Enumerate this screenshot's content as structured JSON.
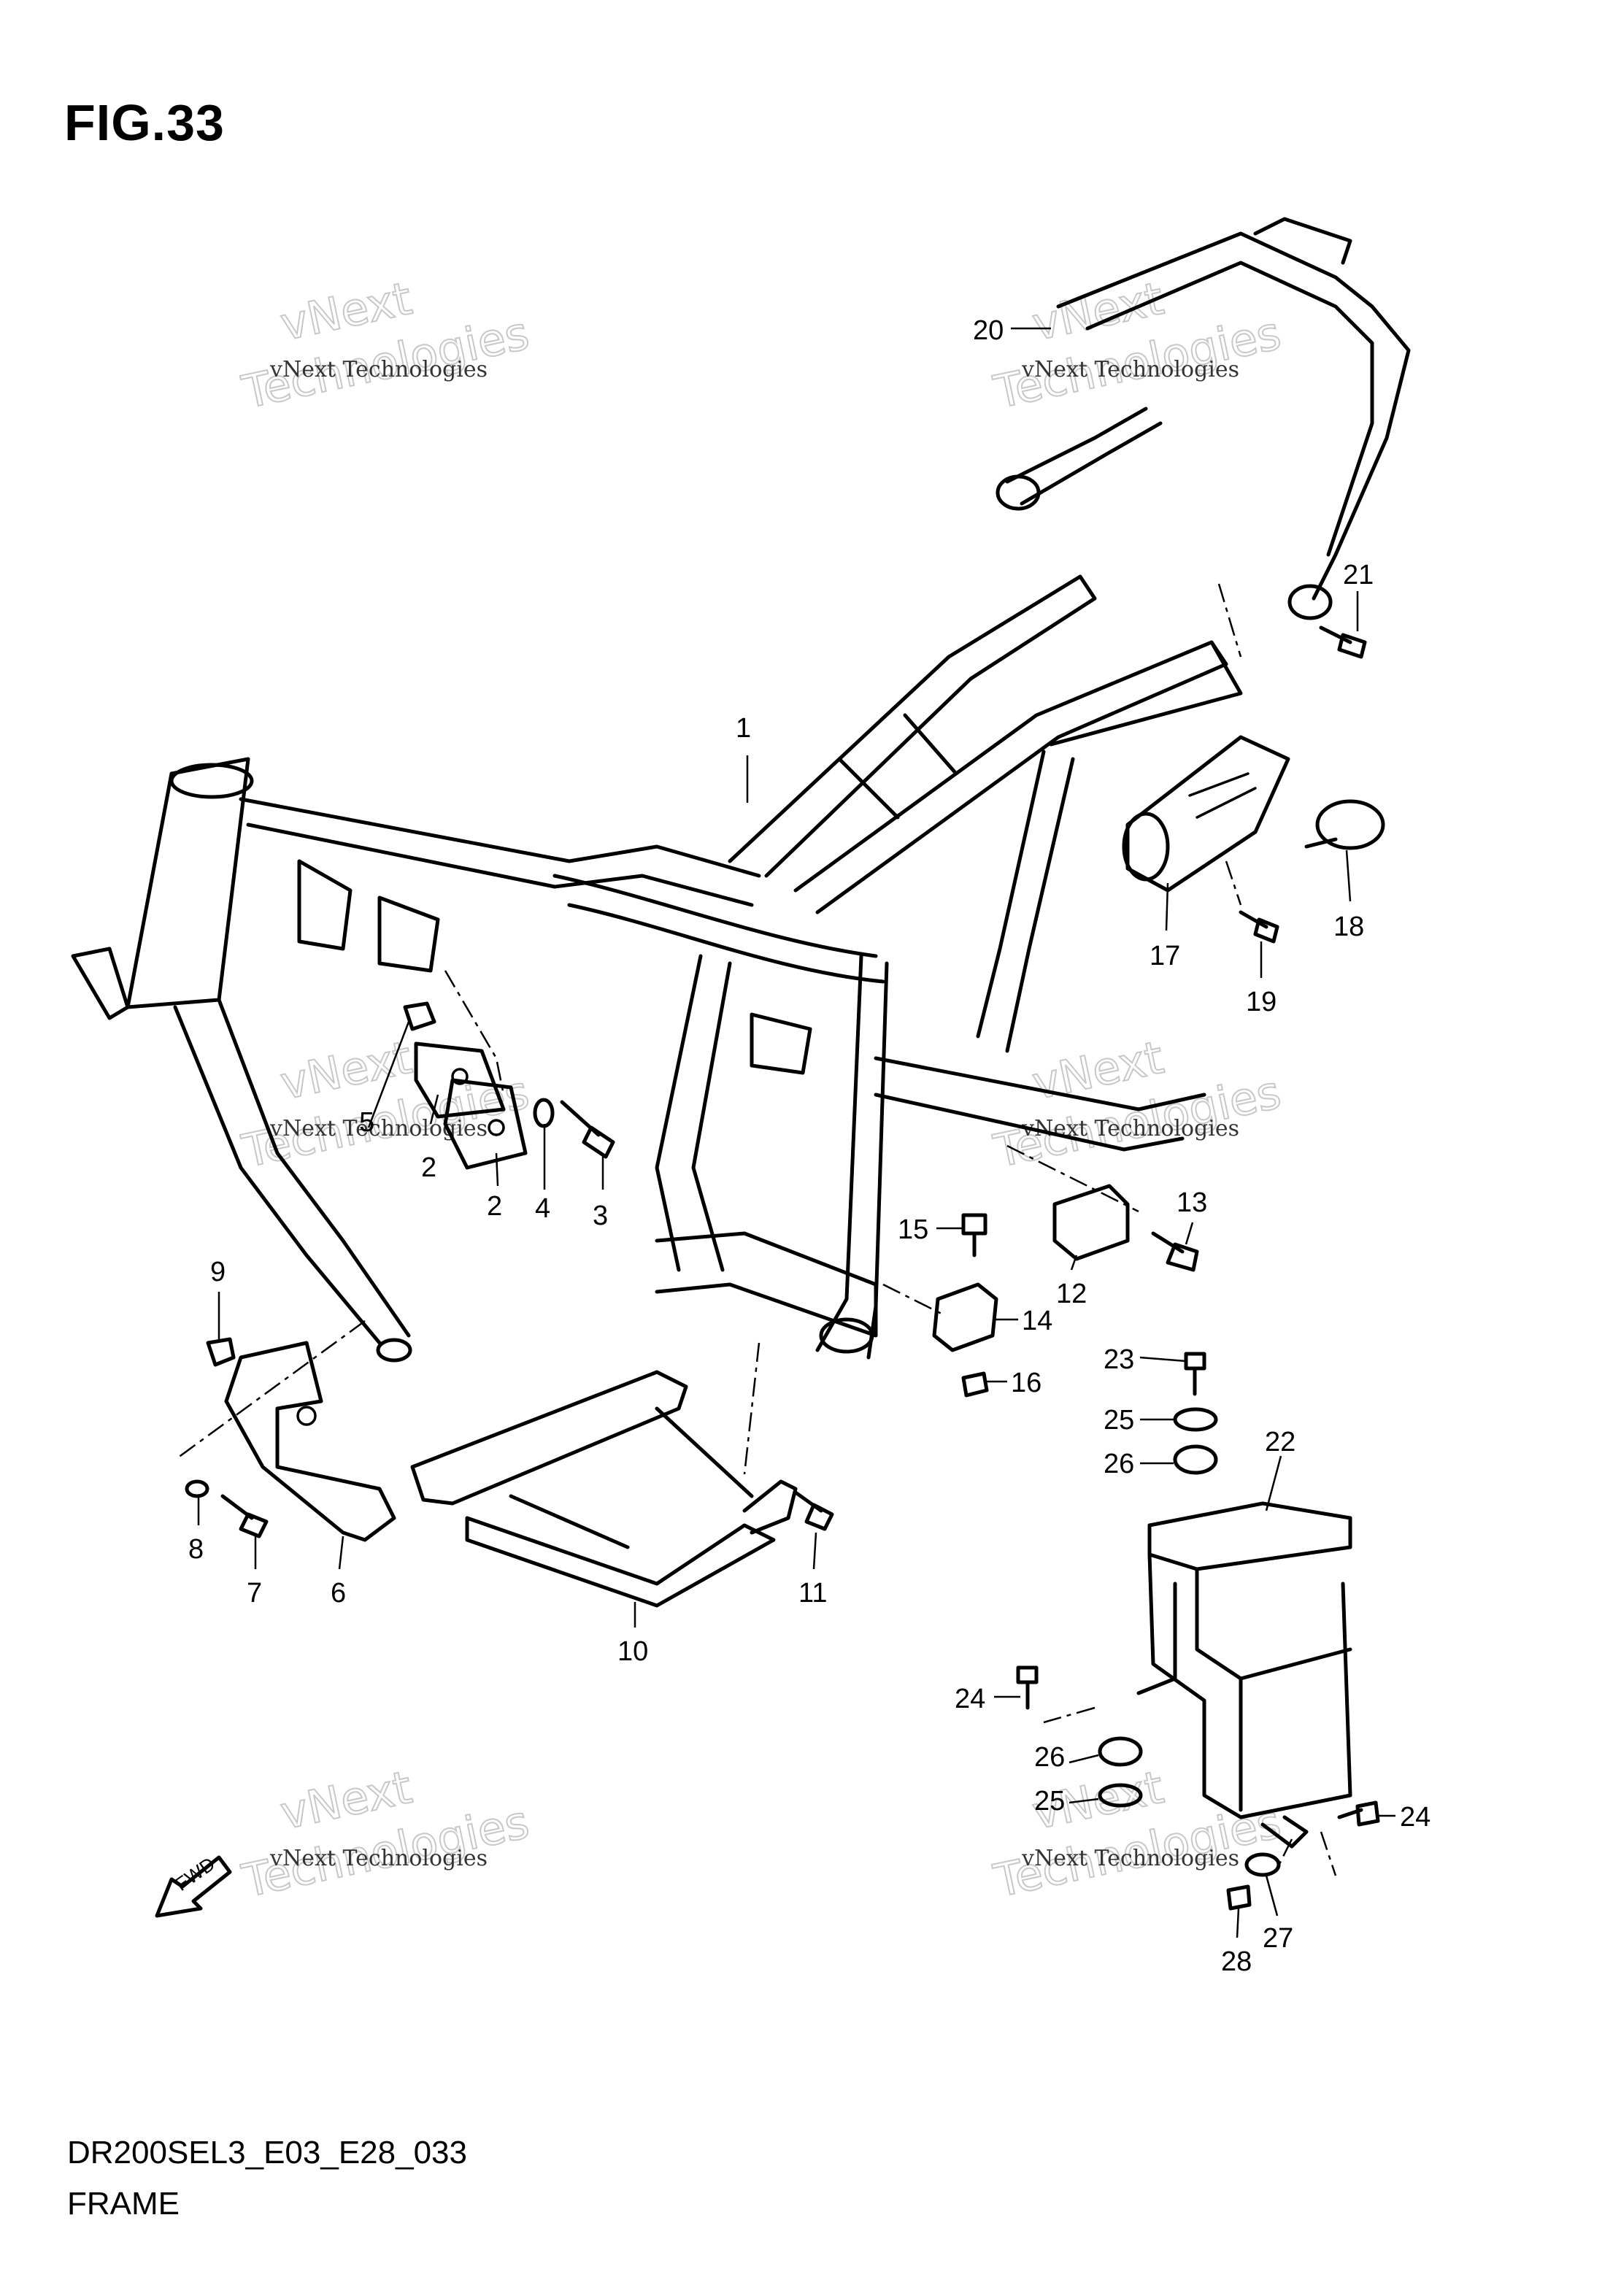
{
  "figure": {
    "title": "FIG.33",
    "code": "DR200SEL3_E03_E28_033",
    "name": "FRAME"
  },
  "watermark": {
    "line1": "vNext",
    "line2": "Technologies",
    "small": "vNext Technologies"
  },
  "fwd_arrow_label": "FWD",
  "callouts": [
    "1",
    "2",
    "2",
    "3",
    "4",
    "5",
    "6",
    "7",
    "8",
    "9",
    "10",
    "11",
    "12",
    "13",
    "14",
    "15",
    "16",
    "17",
    "18",
    "19",
    "20",
    "21",
    "22",
    "23",
    "24",
    "24",
    "25",
    "25",
    "26",
    "26",
    "27",
    "28"
  ]
}
